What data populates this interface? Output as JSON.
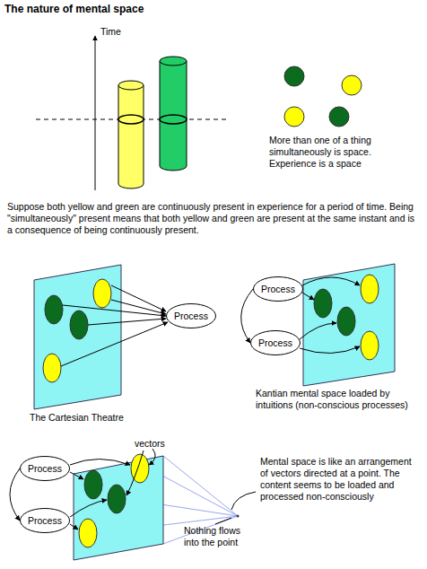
{
  "diagram": {
    "title": "The nature of mental space",
    "nodes": [
      {
        "text": [
          "Process"
        ]
      },
      {
        "text": [
          "Process"
        ]
      },
      {
        "text": [
          "Process"
        ]
      },
      {
        "text": [
          "Process"
        ]
      },
      {
        "text": [
          "Process"
        ]
      }
    ],
    "edges": [
      {
        "from": 1,
        "to": 2,
        "arrow": "to"
      },
      {
        "from": 3,
        "to": 4,
        "arrow": "to"
      }
    ],
    "labels": [
      "Time",
      "More than one of a thing simultaneously is space. Experience is a space",
      "Suppose both yellow and green are continuously present in experience for a period of time. Being \"simultaneously\" present means that both yellow and green are present at the same instant and is a consequence of being continuously present.",
      "The Cartesian Theatre",
      "Kantian mental space loaded by intuitions (non-conscious processes)",
      "vectors",
      "Mental space is like an arrangement of vectors directed at a point. The content seems to be loaded and processed non-consciously",
      "Nothing flows into the point"
    ]
  }
}
